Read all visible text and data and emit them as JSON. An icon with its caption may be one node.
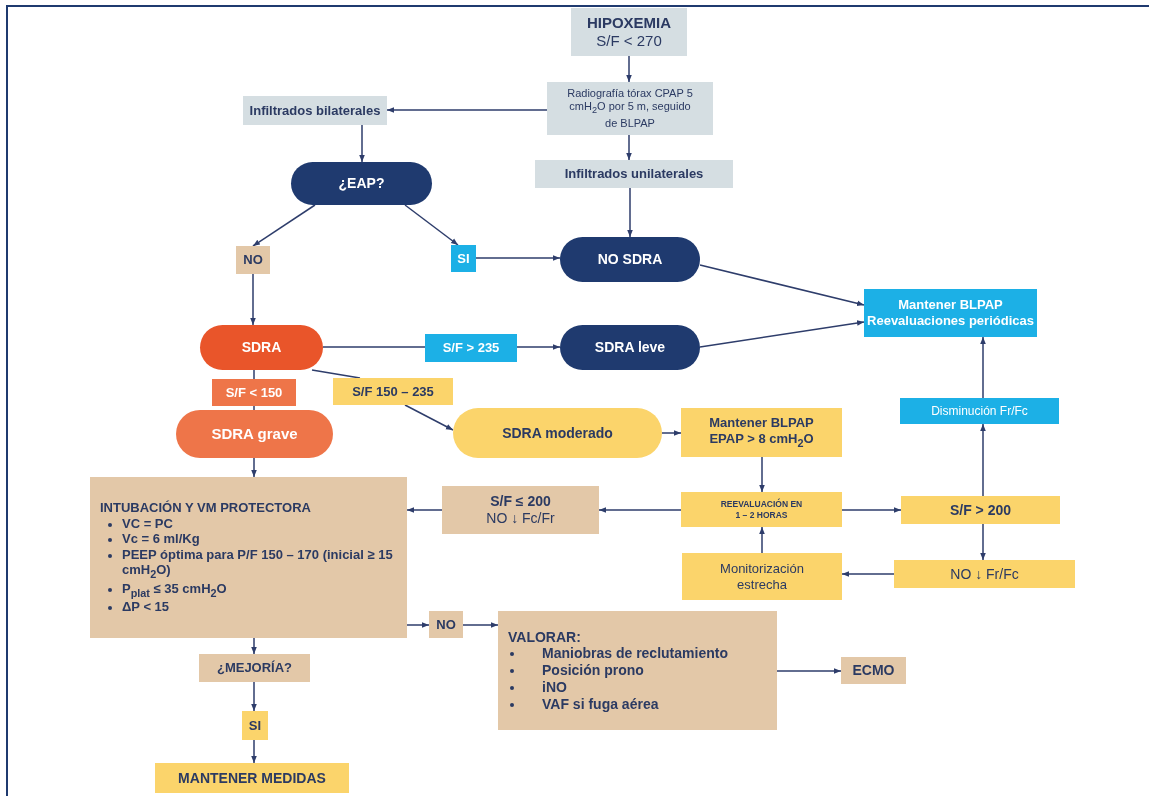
{
  "diagram": {
    "nodes": [
      {
        "text": [
          "HIPOXEMIA",
          "S/F < 270"
        ]
      },
      {
        "text": [
          "Radiografía tórax CPAP 5 cmH$_{2}$O por 5 m, seguido de BLPAP"
        ]
      },
      {
        "text": [
          "Infiltrados bilaterales"
        ]
      },
      {
        "text": [
          "Infiltrados unilaterales"
        ]
      },
      {
        "text": [
          "¿EAP?"
        ]
      },
      {
        "text": [
          "NO"
        ]
      },
      {
        "text": [
          "SI"
        ]
      },
      {
        "text": [
          "NO SDRA"
        ]
      },
      {
        "text": [
          "SDRA"
        ]
      },
      {
        "text": [
          "S/F > 235"
        ]
      },
      {
        "text": [
          "SDRA leve"
        ]
      },
      {
        "text": [
          "Mantener BLPAP Reevaluaciones periódicas"
        ]
      },
      {
        "text": [
          "S/F < 150"
        ]
      },
      {
        "text": [
          "S/F 150 – 235"
        ]
      },
      {
        "text": [
          "SDRA grave"
        ]
      },
      {
        "text": [
          "SDRA moderado"
        ]
      },
      {
        "text": [
          "Mantener BLPAP EPAP > 8 cmH$_{2}$O"
        ]
      },
      {
        "text": [
          "Disminución Fr/Fc"
        ]
      },
      {
        "text": [
          "INTUBACIÓN Y VM PROTECTORA",
          "VC = PC",
          "Vc = 6 ml/Kg",
          "PEEP óptima para P/F 150 – 170 (inicial ≥ 15  cmH$_{2}$O)",
          "P$_{plat}$ ≤ 35 cmH$_{2}$O",
          "ΔP < 15"
        ]
      },
      {
        "text": [
          "S/F ≤ 200",
          "NO ↓ Fc/Fr"
        ]
      },
      {
        "text": [
          "REEVALUACIÓN EN 1 – 2 HORAS"
        ]
      },
      {
        "text": [
          "S/F > 200"
        ]
      },
      {
        "text": [
          "Monitorización estrecha"
        ]
      },
      {
        "text": [
          "NO ↓ Fr/Fc"
        ]
      },
      {
        "text": [
          "NO"
        ]
      },
      {
        "text": [
          "VALORAR:",
          "Maniobras de reclutamiento",
          "Posición prono",
          "iNO",
          "VAF si fuga aérea"
        ]
      },
      {
        "text": [
          "ECMO"
        ]
      },
      {
        "text": [
          "¿MEJORÍA?"
        ]
      },
      {
        "text": [
          "SI"
        ]
      },
      {
        "text": [
          "MANTENER MEDIDAS"
        ]
      }
    ],
    "edges": [
      {
        "from": 0,
        "to": 1,
        "arrow": "to"
      },
      {
        "from": 1,
        "to": 2,
        "arrow": "to"
      },
      {
        "from": 1,
        "to": 3,
        "arrow": "to"
      },
      {
        "from": 2,
        "to": 4,
        "arrow": "to"
      },
      {
        "from": 3,
        "to": 7,
        "arrow": "to"
      },
      {
        "from": 4,
        "to": 5,
        "arrow": "to"
      },
      {
        "from": 4,
        "to": 6,
        "arrow": "to"
      },
      {
        "from": 6,
        "to": 7,
        "arrow": "to"
      },
      {
        "from": 5,
        "to": 8,
        "arrow": "to"
      },
      {
        "from": 7,
        "to": 11,
        "arrow": "to"
      },
      {
        "from": 8,
        "to": 9,
        "arrow": "none"
      },
      {
        "from": 9,
        "to": 10,
        "arrow": "to"
      },
      {
        "from": 10,
        "to": 11,
        "arrow": "to"
      },
      {
        "from": 8,
        "to": 12,
        "arrow": "none"
      },
      {
        "from": 12,
        "to": 14,
        "arrow": "none"
      },
      {
        "from": 8,
        "to": 13,
        "arrow": "none"
      },
      {
        "from": 13,
        "to": 15,
        "arrow": "to"
      },
      {
        "from": 14,
        "to": 18,
        "arrow": "to"
      },
      {
        "from": 15,
        "to": 16,
        "arrow": "to"
      },
      {
        "from": 16,
        "to": 20,
        "arrow": "to"
      },
      {
        "from": 20,
        "to": 19,
        "arrow": "to"
      },
      {
        "from": 19,
        "to": 18,
        "arrow": "to"
      },
      {
        "from": 20,
        "to": 21,
        "arrow": "to"
      },
      {
        "from": 21,
        "to": 23,
        "arrow": "to"
      },
      {
        "from": 23,
        "to": 22,
        "arrow": "to"
      },
      {
        "from": 22,
        "to": 20,
        "arrow": "to"
      },
      {
        "from": 21,
        "to": 17,
        "arrow": "to"
      },
      {
        "from": 17,
        "to": 11,
        "arrow": "to"
      },
      {
        "from": 18,
        "to": 24,
        "arrow": "to"
      },
      {
        "from": 24,
        "to": 25,
        "arrow": "to"
      },
      {
        "from": 25,
        "to": 26,
        "arrow": "to"
      },
      {
        "from": 18,
        "to": 27,
        "arrow": "to"
      },
      {
        "from": 27,
        "to": 28,
        "arrow": "to"
      },
      {
        "from": 28,
        "to": 29,
        "arrow": "to"
      }
    ]
  }
}
